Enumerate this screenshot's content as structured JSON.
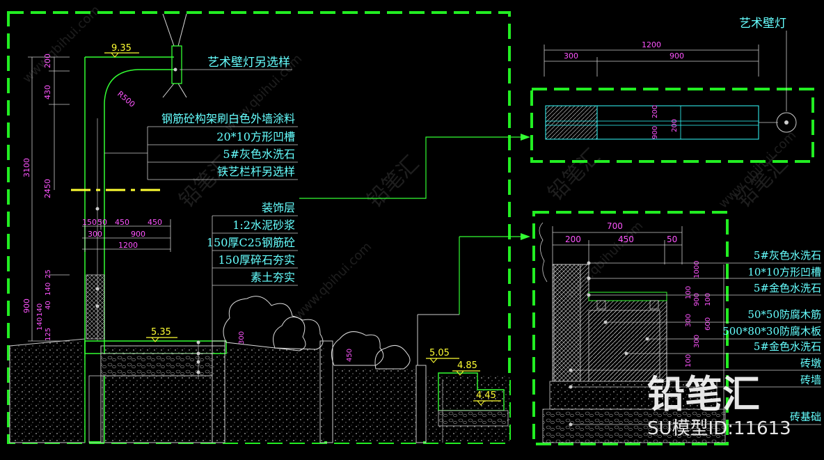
{
  "colors": {
    "background": "#000000",
    "border_dash": "#22ee22",
    "dimension": "#ff55ff",
    "annotation": "#66ffff",
    "elevation": "#ffff33",
    "leader_line": "#33ff33",
    "hatch": "#cccccc"
  },
  "main_section": {
    "wall_lamp_note": "艺术壁灯另选样",
    "radius_label": "R500",
    "elevations": [
      "9.35",
      "5.35",
      "5.05",
      "4.85",
      "4.45"
    ],
    "structure_notes": [
      "钢筋砼构架刷白色外墙涂料",
      "20*10方形凹槽",
      "5#灰色水洗石",
      "铁艺栏杆另选样"
    ],
    "paving_notes": [
      "装饰层",
      "1:2水泥砂浆",
      "150厚C25钢筋砼",
      "150厚碎石夯实",
      "素土夯实"
    ],
    "vertical_dims": [
      "200",
      "430",
      "3100",
      "2450",
      "900",
      "25",
      "140",
      "40",
      "140",
      "140",
      "125"
    ],
    "horizontal_dims_top": [
      "150",
      "50",
      "450",
      "450"
    ],
    "horizontal_dims_mid": [
      "300",
      "900"
    ],
    "horizontal_dims_bottom": [
      "1200"
    ]
  },
  "detail_lamp": {
    "title": "艺术壁灯",
    "dim_total": "1200",
    "dim_left": "300",
    "dim_right": "900",
    "dim_vertical": [
      "900",
      "200",
      "200"
    ]
  },
  "detail_bench": {
    "dims_top": [
      "700"
    ],
    "dims_sub": [
      "200",
      "450",
      "50"
    ],
    "dims_vertical": [
      "1000",
      "900",
      "100",
      "300",
      "100",
      "600",
      "300",
      "100"
    ],
    "notes": [
      "5#灰色水洗石",
      "10*10方形凹槽",
      "5#金色水洗石",
      "50*50防腐木筋",
      "500*80*30防腐木板",
      "5#金色水洗石",
      "砖墩",
      "砖墙",
      "砖基础"
    ]
  },
  "watermark": {
    "brand": "铅笔汇",
    "model_id": "SU模型ID:11613",
    "site": "www.qbihui.com"
  }
}
